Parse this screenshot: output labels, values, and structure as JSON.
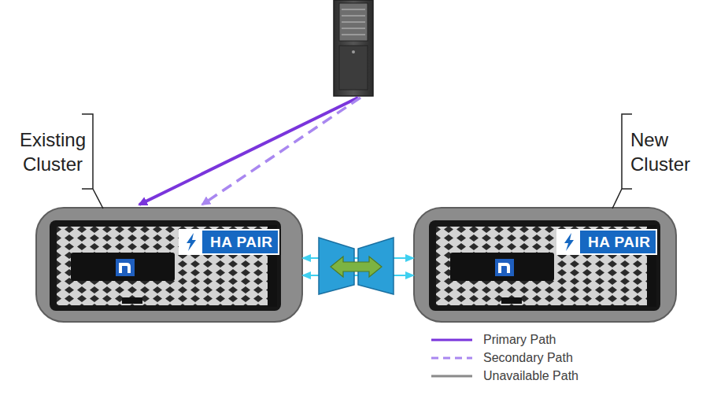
{
  "diagram": {
    "nodes": [
      {
        "text": [
          "Existing Cluster"
        ]
      },
      {
        "text": [
          "HA PAIR"
        ],
        "in": 0
      },
      {
        "text": [
          "New Cluster"
        ]
      },
      {
        "text": [
          "HA PAIR"
        ],
        "in": 2
      }
    ],
    "edges": [
      {
        "from": 0,
        "to": 2,
        "arrow": "both"
      }
    ],
    "legend": [
      {
        "text": "Primary Path"
      },
      {
        "text": "Secondary Path"
      },
      {
        "text": "Unavailable Path"
      }
    ]
  }
}
